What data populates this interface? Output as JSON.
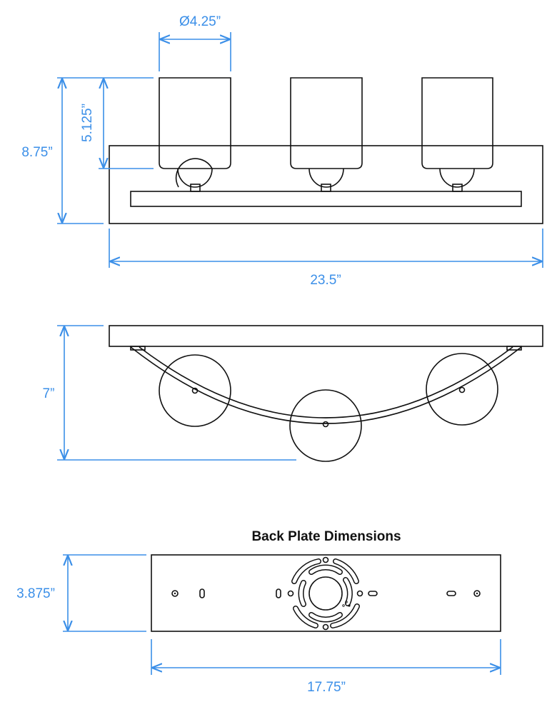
{
  "front_view": {
    "shade_diameter": "Ø4.25”",
    "shade_height": "5.125”",
    "overall_height": "8.75”",
    "overall_width": "23.5”"
  },
  "side_view": {
    "extension": "7”"
  },
  "back_plate": {
    "title": "Back Plate Dimensions",
    "height": "3.875”",
    "width": "17.75”"
  },
  "colors": {
    "dimension": "#3b8fe8",
    "line": "#111111"
  }
}
